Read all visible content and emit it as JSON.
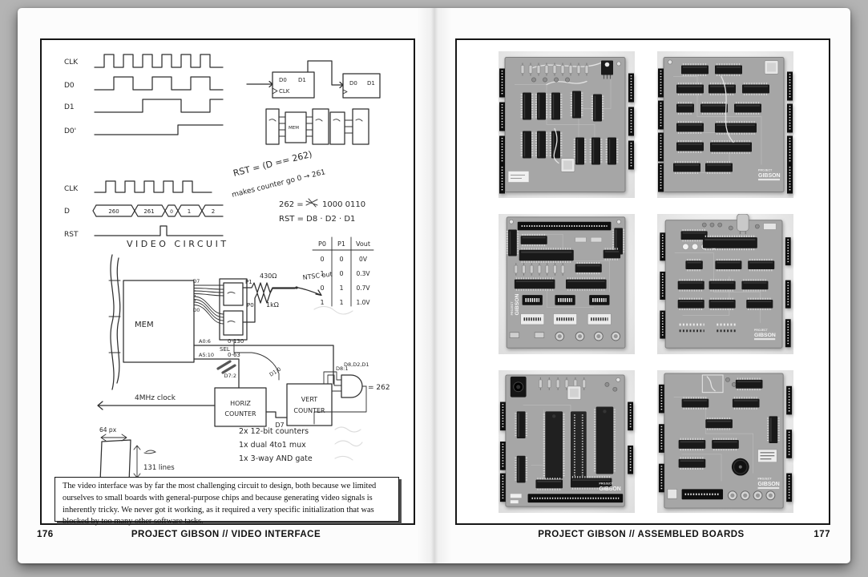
{
  "book": {
    "left_page": {
      "page_number": "176",
      "footer_title": "PROJECT GIBSON // VIDEO INTERFACE",
      "sketch": {
        "timing1_labels": [
          "CLK",
          "D0",
          "D1",
          "D0'"
        ],
        "ff": {
          "d0": "D0",
          "d1": "D1",
          "clk": "CLK",
          "d0b": "D0",
          "d1b": "D1",
          "mem": "MEM"
        },
        "timing2_labels": [
          "CLK",
          "D",
          "RST"
        ],
        "bus_values": [
          "260",
          "261",
          "0",
          "1",
          "2"
        ],
        "notes": {
          "rst_eq": "RST = (D == 262)",
          "counter_note": "makes counter go 0 → 261",
          "binary_prefix": "262 =",
          "binary_value": "1000 0110",
          "rst_terms": "RST = D8 · D2 · D1"
        },
        "title": "VIDEO CIRCUIT",
        "truth_table": {
          "headers": [
            "P0",
            "P1",
            "Vout"
          ],
          "rows": [
            [
              "0",
              "0",
              "0V"
            ],
            [
              "1",
              "0",
              "0.3V"
            ],
            [
              "0",
              "1",
              "0.7V"
            ],
            [
              "1",
              "1",
              "1.0V"
            ]
          ]
        },
        "circuit": {
          "mem": "MEM",
          "d7": "D7",
          "d0": "D0",
          "p1": "P1",
          "p0": "P0",
          "r430": "430Ω",
          "r1k": "1kΩ",
          "ntsc": "NTSC out",
          "sel": "SEL",
          "a06": "A0:6",
          "a06_range": "0-130",
          "a510": "A5:10",
          "a510_range": "0-63",
          "d72": "D7:2",
          "d10": "D1:0",
          "d81": "D8:1",
          "horiz1": "HORIZ",
          "horiz2": "COUNTER",
          "vert1": "VERT",
          "vert2": "COUNTER",
          "clock": "4MHz clock",
          "d7_bus": "D7",
          "and_inputs": "D8,D2,D1",
          "and_out": "= 262"
        },
        "res_sketch": {
          "width": "64 px",
          "lines": "131 lines"
        },
        "parts": [
          "2x 12-bit counters",
          "1x dual 4to1 mux",
          "1x 3-way AND gate"
        ]
      },
      "caption": "The video interface was by far the most challenging circuit to design, both because we limited ourselves to small boards with general-purpose chips and because generating video signals is inherently tricky. We never got it working, as it required a very specific initialization that was blocked by too many other software tasks."
    },
    "right_page": {
      "page_number": "177",
      "footer_title": "PROJECT GIBSON // ASSEMBLED BOARDS",
      "silkscreen": {
        "line1": "PROJECT",
        "line2": "GIBSON"
      }
    }
  }
}
